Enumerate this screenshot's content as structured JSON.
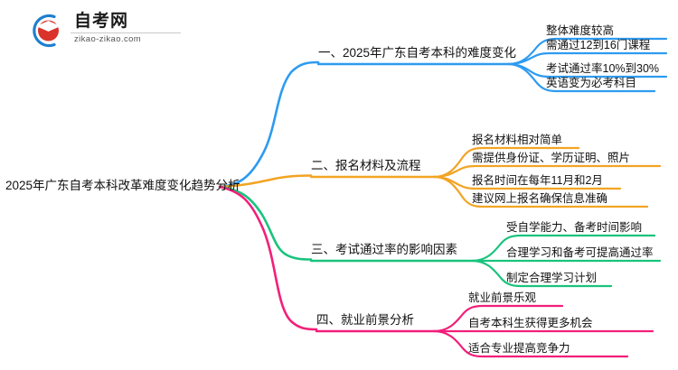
{
  "logo": {
    "name_cn": "自考网",
    "domain": "zikao-zikao.com",
    "mark_icon": "graduation-cap-icon"
  },
  "mindmap": {
    "root": "2025年广东自考本科改革难度变化趋势分析",
    "colors": {
      "blue": "#2e9bf0",
      "orange": "#f2a423",
      "green": "#19c37d",
      "pink": "#f21f7a"
    },
    "branches": [
      {
        "label": "一、2025年广东自考本科的难度变化",
        "color": "#2e9bf0",
        "children": [
          "整体难度较高",
          "需通过12到16门课程",
          "考试通过率10%到30%",
          "英语变为必考科目"
        ]
      },
      {
        "label": "二、报名材料及流程",
        "color": "#f2a423",
        "children": [
          "报名材料相对简单",
          "需提供身份证、学历证明、照片",
          "报名时间在每年11月和2月",
          "建议网上报名确保信息准确"
        ]
      },
      {
        "label": "三、考试通过率的影响因素",
        "color": "#19c37d",
        "children": [
          "受自学能力、备考时间影响",
          "合理学习和备考可提高通过率",
          "制定合理学习计划"
        ]
      },
      {
        "label": "四、就业前景分析",
        "color": "#f21f7a",
        "children": [
          "就业前景乐观",
          "自考本科生获得更多机会",
          "适合专业提高竞争力"
        ]
      }
    ]
  }
}
